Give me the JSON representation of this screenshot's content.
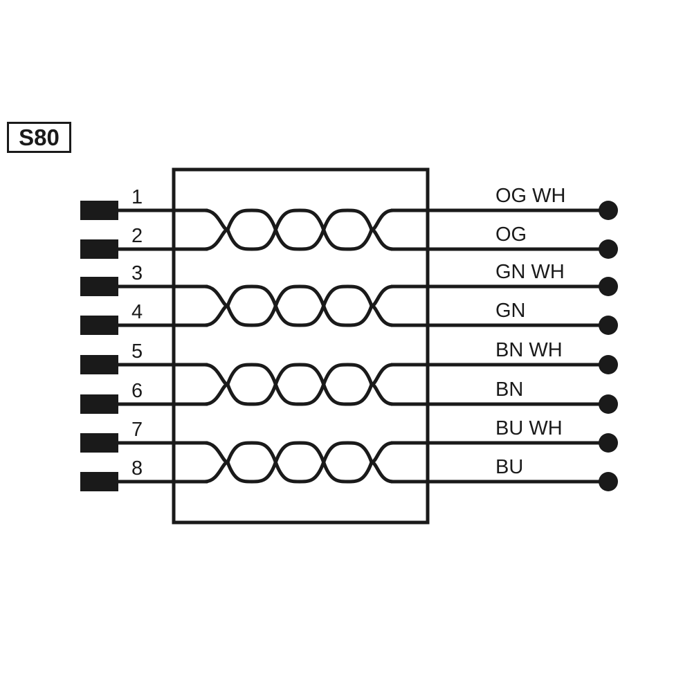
{
  "title": "S80",
  "colors": {
    "ink": "#1a1a1a",
    "background": "#ffffff"
  },
  "pins": [
    {
      "number": "1",
      "wire": "OG WH",
      "pair": 1
    },
    {
      "number": "2",
      "wire": "OG",
      "pair": 1
    },
    {
      "number": "3",
      "wire": "GN WH",
      "pair": 2
    },
    {
      "number": "4",
      "wire": "GN",
      "pair": 2
    },
    {
      "number": "5",
      "wire": "BN WH",
      "pair": 3
    },
    {
      "number": "6",
      "wire": "BN",
      "pair": 3
    },
    {
      "number": "7",
      "wire": "BU WH",
      "pair": 4
    },
    {
      "number": "8",
      "wire": "BU",
      "pair": 4
    }
  ],
  "twisted_pairs": 4,
  "twists_per_pair": 4
}
